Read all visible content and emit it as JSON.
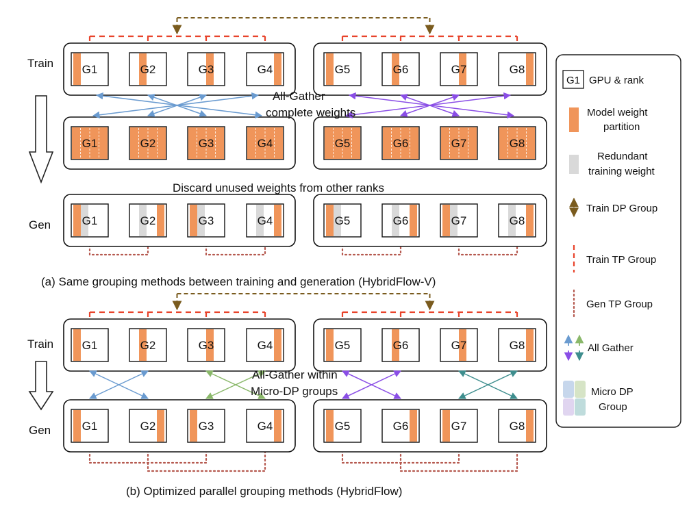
{
  "row_labels": {
    "train": "Train",
    "gen": "Gen"
  },
  "gpus": [
    "G1",
    "G2",
    "G3",
    "G4",
    "G5",
    "G6",
    "G7",
    "G8"
  ],
  "part_a": {
    "allgather_label_line1": "All-Gather",
    "allgather_label_line2": "complete weights",
    "discard_label": "Discard unused  weights from other ranks",
    "caption": "(a) Same grouping methods between training and generation (HybridFlow-V)"
  },
  "part_b": {
    "allgather_label_line1": "All-Gather within",
    "allgather_label_line2": "Micro-DP groups",
    "caption": "(b) Optimized parallel grouping methods (HybridFlow)"
  },
  "legend": {
    "gpu_sample": "G1",
    "gpu_rank": "GPU & rank",
    "model_weight_1": "Model weight",
    "model_weight_2": "partition",
    "redundant_1": "Redundant",
    "redundant_2": "training weight",
    "train_dp": "Train DP Group",
    "train_tp": "Train TP Group",
    "gen_tp": "Gen TP Group",
    "all_gather": "All Gather",
    "micro_dp_1": "Micro DP",
    "micro_dp_2": "Group"
  },
  "colors": {
    "orange": "#F0955A",
    "gray": "#D9D9D9",
    "train_tp": "#E8432B",
    "train_dp": "#7A5B1E",
    "gen_tp": "#B5584E",
    "blue_arrow": "#6A9BD0",
    "purple_arrow": "#8A4EE6",
    "green_arrow": "#8AB86A",
    "teal_arrow": "#3E8E8E",
    "micro_blue": "#C7D7EC",
    "micro_green": "#D6E4C6",
    "micro_purple": "#E0D5F0",
    "micro_teal": "#BFDCDC"
  }
}
